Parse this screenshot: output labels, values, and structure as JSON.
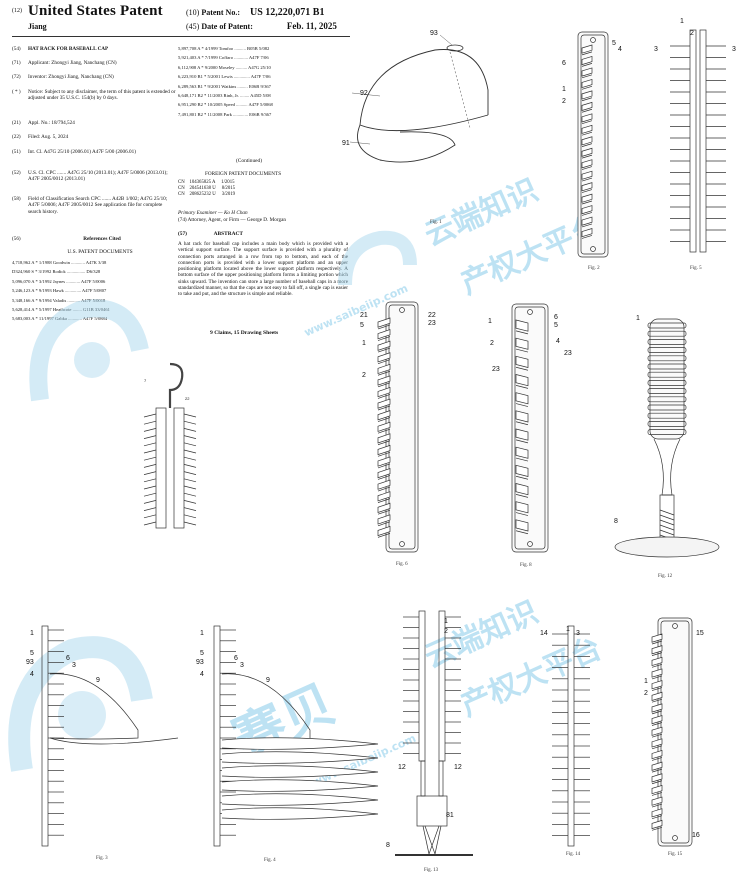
{
  "header": {
    "code_12": "(12)",
    "title": "United States Patent",
    "inventor_short": "Jiang",
    "code_10": "(10)",
    "patent_no_label": "Patent No.:",
    "patent_no": "US 12,220,071 B1",
    "code_45": "(45)",
    "date_label": "Date of Patent:",
    "date": "Feb. 11, 2025"
  },
  "biblio": {
    "f54": {
      "code": "(54)",
      "text": "HAT RACK FOR BASEBALL CAP"
    },
    "f71": {
      "code": "(71)",
      "text": "Applicant: Zhongyi Jiang, Nanchang (CN)"
    },
    "f72": {
      "code": "(72)",
      "text": "Inventor: Zhongyi Jiang, Nanchang (CN)"
    },
    "notice": {
      "code": "( * )",
      "text": "Notice: Subject to any disclaimer, the term of this patent is extended or adjusted under 35 U.S.C. 154(b) by 0 days."
    },
    "f21": {
      "code": "(21)",
      "text": "Appl. No.: 18/794,524"
    },
    "f22": {
      "code": "(22)",
      "text": "Filed: Aug. 5, 2024"
    },
    "f51": {
      "code": "(51)",
      "text": "Int. Cl. A47G 25/10 (2006.01) A47F 5/00 (2006.01)"
    },
    "f52": {
      "code": "(52)",
      "text": "U.S. Cl. CPC ....... A47G 25/10 (2013.01); A47F 5/0006 (2013.01); A47F 2005/0012 (2013.01)"
    },
    "f58": {
      "code": "(58)",
      "text": "Field of Classification Search CPC ....... A42B 1/002; A47G 25/10; A47F 5/0006; A47F 2005/0012 See application file for complete search history."
    },
    "f56": {
      "code": "(56)",
      "text": "References Cited"
    }
  },
  "us_docs_heading": "U.S. PATENT DOCUMENTS",
  "us_refs": [
    "4,718,962 A * 1/1988 Goodwin ............ A47K 3/38",
    "D324,960 S * 3/1992 Rodick ................ D6/328",
    "5,096,070 A * 3/1992 Jaynes ............ A47F 5/0006",
    "5,246,123 A * 9/1993 Hawk .............. A47F 5/0807",
    "5,348,166 A * 9/1994 Valadis ........... A47F 5/0018",
    "5,628,414 A * 5/1997 Heathcote ........ G11B 33/0461",
    "5,683,003 A * 11/1997 Gabka ............ A47F 5/0884"
  ],
  "us_refs_cont": [
    "5,897,708 A * 4/1999 Tomfoo .......... B05B 5/082",
    "5,921,403 A * 7/1999 Coffaro ............ A47F 7/06",
    "6,112,908 A * 9/2000 Moseley .......... A47G 25/10",
    "6,223,910 B1 * 5/2001 Lewis .............. A47F 7/06",
    "6,289,563 B1 * 9/2001 Watkins ......... E06B 9/367",
    "6,648,171 B2 * 11/2003 Rinh, Jr. ........ A45D 5/08",
    "6,951,290 B2 * 10/2005 Speed .......... A47F 5/0068",
    "7,491,801 B2 * 11/2008 Park ............. E06B 9/367"
  ],
  "continued": "(Continued)",
  "foreign_heading": "FOREIGN PATENT DOCUMENTS",
  "foreign_refs": [
    "CN    104365825 A     1/2015",
    "CN    204541638 U     8/2015",
    "CN    208625232 U     3/2019"
  ],
  "examiner": "Primary Examiner — Ko H Chan",
  "attorney": "(74) Attorney, Agent, or Firm — George D. Morgan",
  "abstract_heading": "(57)                    ABSTRACT",
  "abstract": "A hat rack for baseball cap includes a main body which is provided with a vertical support surface. The support surface is provided with a plurality of connection ports arranged in a row from top to bottom, and each of the connection ports is provided with a lower support platform and an upper positioning platform located above the lower support platform respectively. A bottom surface of the upper positioning platform forms a limiting portion which sinks upward. The invention can store a large number of baseball caps in a more standardized manner, so that the caps are not easy to fall off, a single cap is easier to take and put, and the structure is simple and reliable.",
  "claims_line": "9 Claims, 15 Drawing Sheets",
  "watermark": {
    "cn_line1": "云端知识",
    "cn_line2": "产权大平台",
    "brand": "赛贝",
    "url": "www.saibeiip.com"
  },
  "figures": {
    "fig1": "Fig. 1",
    "fig2": "Fig. 2",
    "fig3": "Fig. 3",
    "fig4": "Fig. 4",
    "fig5": "Fig. 5",
    "fig6": "Fig. 6",
    "fig8": "Fig. 8",
    "fig12": "Fig. 12",
    "fig13": "Fig. 13",
    "fig14": "Fig. 14",
    "fig15": "Fig. 15"
  },
  "ref_numerals": {
    "n1": "1",
    "n2": "2",
    "n3": "3",
    "n4": "4",
    "n5": "5",
    "n6": "6",
    "n8": "8",
    "n9": "9",
    "n12": "12",
    "n14": "14",
    "n15": "15",
    "n16": "16",
    "n21": "21",
    "n22": "22",
    "n23": "23",
    "n81": "81",
    "n91": "91",
    "n92": "92",
    "n93": "93"
  }
}
